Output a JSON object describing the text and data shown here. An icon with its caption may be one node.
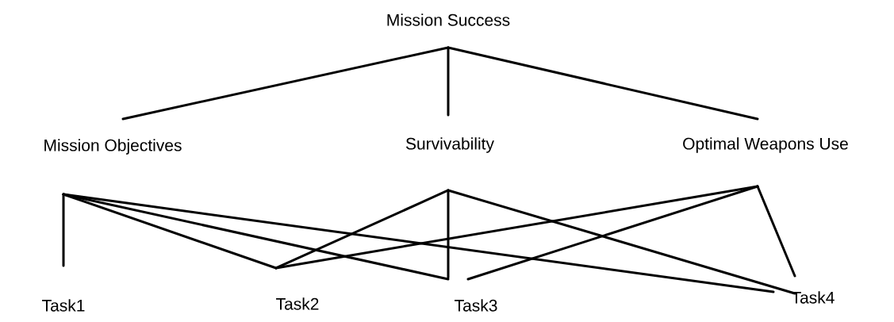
{
  "diagram": {
    "nodes": [
      {
        "text": [
          "Mission Success"
        ]
      },
      {
        "text": [
          "Mission Objectives"
        ]
      },
      {
        "text": [
          "Survivability"
        ]
      },
      {
        "text": [
          "Optimal Weapons Use"
        ]
      },
      {
        "text": [
          "Task1"
        ]
      },
      {
        "text": [
          "Task2"
        ]
      },
      {
        "text": [
          "Task3"
        ]
      },
      {
        "text": [
          "Task4"
        ]
      }
    ],
    "edges": [
      {
        "from": 0,
        "to": 1,
        "arrow": "none"
      },
      {
        "from": 0,
        "to": 2,
        "arrow": "none"
      },
      {
        "from": 0,
        "to": 3,
        "arrow": "none"
      },
      {
        "from": 1,
        "to": 4,
        "arrow": "none"
      },
      {
        "from": 1,
        "to": 5,
        "arrow": "none"
      },
      {
        "from": 1,
        "to": 6,
        "arrow": "none"
      },
      {
        "from": 1,
        "to": 7,
        "arrow": "none"
      },
      {
        "from": 2,
        "to": 5,
        "arrow": "none"
      },
      {
        "from": 2,
        "to": 6,
        "arrow": "none"
      },
      {
        "from": 2,
        "to": 7,
        "arrow": "none"
      },
      {
        "from": 3,
        "to": 5,
        "arrow": "none"
      },
      {
        "from": 3,
        "to": 6,
        "arrow": "none"
      },
      {
        "from": 3,
        "to": 7,
        "arrow": "none"
      }
    ]
  }
}
